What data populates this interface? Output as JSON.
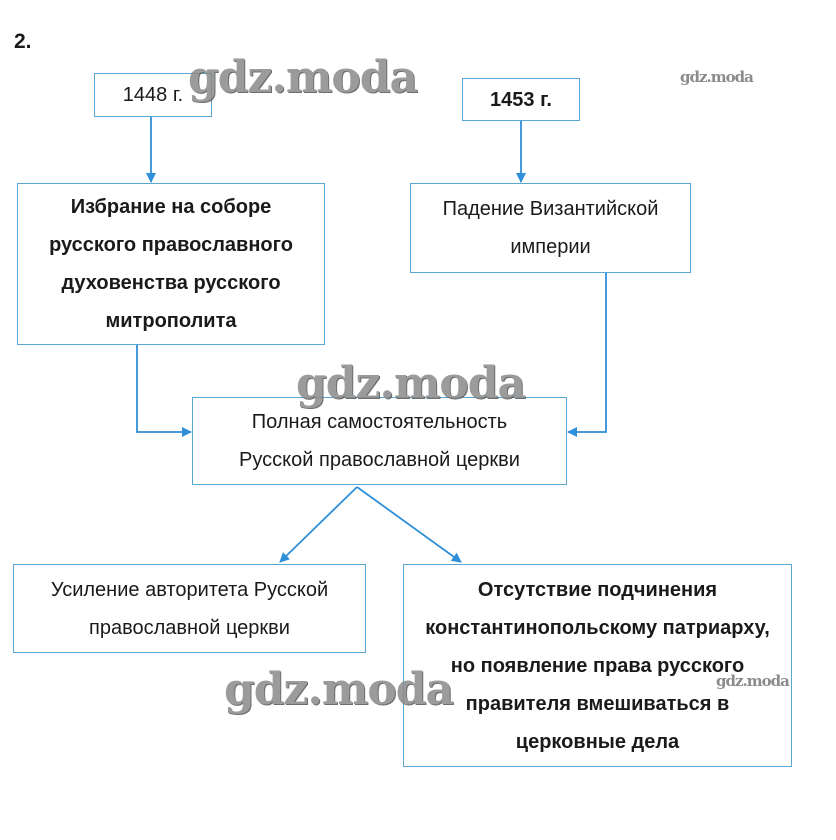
{
  "task_number": "2.",
  "boxes": {
    "year_1448": "1448 г.",
    "year_1453": "1453 г.",
    "election": "Избрание на соборе русского православного духовенства русского митрополита",
    "fall": "Падение Византийской империи",
    "independence": "Полная самостоятельность Русской православной церкви",
    "authority": "Усиление авторитета Русской православной церкви",
    "no_subordination": "Отсутствие подчинения константинопольскому патриарху, но появление права русского правителя вмешиваться в церковные дела"
  },
  "watermark": "gdz.moda",
  "colors": {
    "border": "#5aa6d2",
    "arrow": "#2f8fd8"
  }
}
